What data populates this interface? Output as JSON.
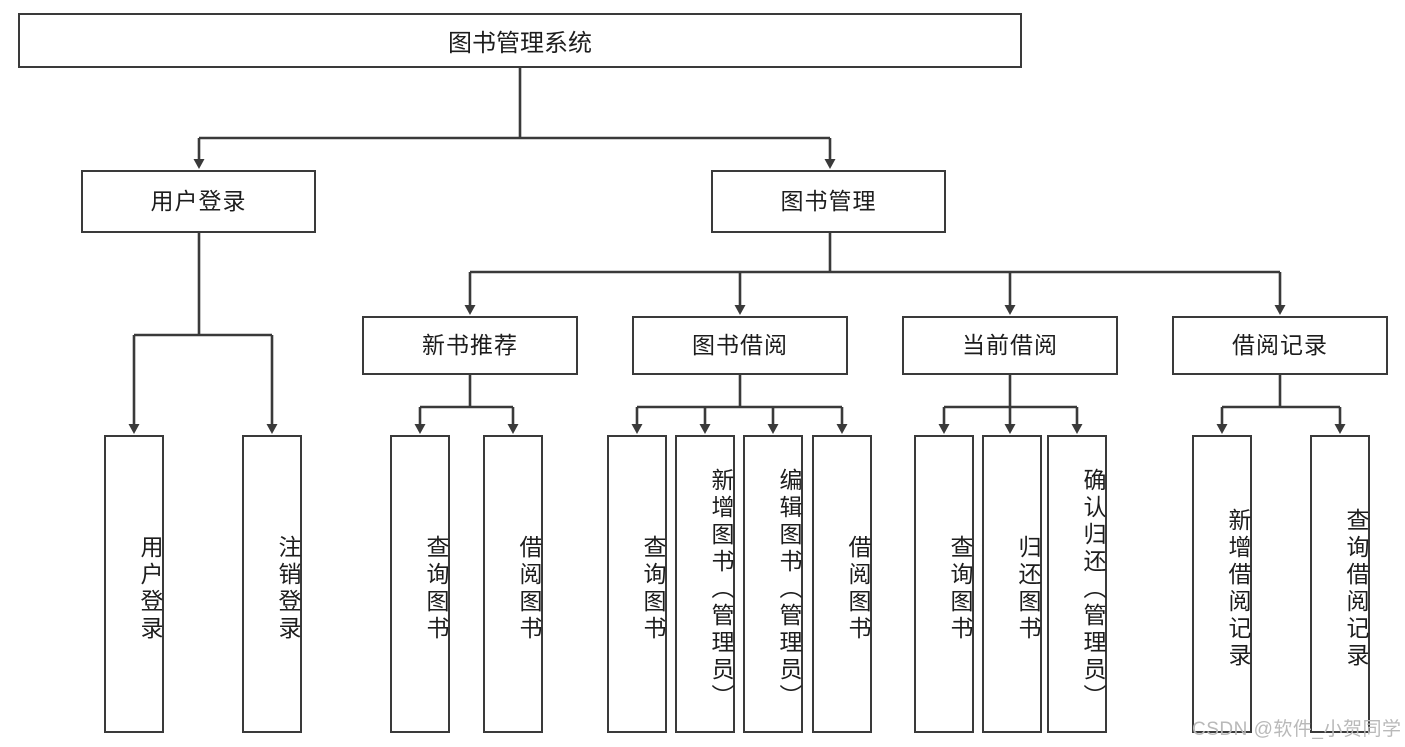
{
  "diagram": {
    "type": "tree-hierarchy-chart",
    "title": "图书管理系统",
    "orientation": "top-down",
    "line_color": "#3a3a3a",
    "box_fill": "#ffffff",
    "text_color": "#1d1d1d"
  },
  "nodes": {
    "root": {
      "label": "图书管理系统",
      "level": 1
    },
    "level2": [
      {
        "id": "user-login",
        "label": "用户登录"
      },
      {
        "id": "book-management",
        "label": "图书管理"
      }
    ],
    "level3": [
      {
        "id": "new-book-recommend",
        "label": "新书推荐",
        "parent": "book-management"
      },
      {
        "id": "book-borrow",
        "label": "图书借阅",
        "parent": "book-management"
      },
      {
        "id": "current-borrow",
        "label": "当前借阅",
        "parent": "book-management"
      },
      {
        "id": "borrow-record",
        "label": "借阅记录",
        "parent": "book-management"
      }
    ],
    "leaves": {
      "user-login": [
        {
          "id": "leaf-user-login",
          "label": "用户登录"
        },
        {
          "id": "leaf-user-logout",
          "label": "注销登录"
        }
      ],
      "new-book-recommend": [
        {
          "id": "leaf-query-book-1",
          "label": "查询图书"
        },
        {
          "id": "leaf-borrow-book-1",
          "label": "借阅图书"
        }
      ],
      "book-borrow": [
        {
          "id": "leaf-query-book-2",
          "label": "查询图书"
        },
        {
          "id": "leaf-add-book",
          "label": "新增图书（管理员）"
        },
        {
          "id": "leaf-edit-book",
          "label": "编辑图书（管理员）"
        },
        {
          "id": "leaf-borrow-book-2",
          "label": "借阅图书"
        }
      ],
      "current-borrow": [
        {
          "id": "leaf-query-book-3",
          "label": "查询图书"
        },
        {
          "id": "leaf-return-book",
          "label": "归还图书"
        },
        {
          "id": "leaf-confirm-return",
          "label": "确认归还（管理员）"
        }
      ],
      "borrow-record": [
        {
          "id": "leaf-add-record",
          "label": "新增借阅记录"
        },
        {
          "id": "leaf-query-record",
          "label": "查询借阅记录"
        }
      ]
    }
  },
  "watermark": {
    "text": "CSDN @软件_小贺同学"
  }
}
